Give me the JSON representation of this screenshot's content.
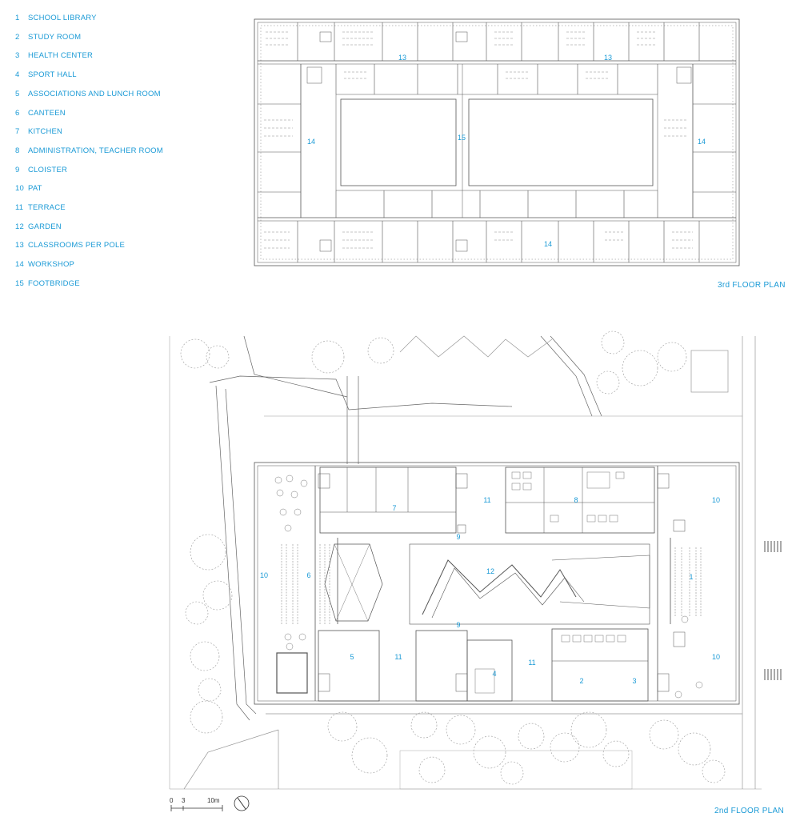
{
  "legend": [
    {
      "num": "1",
      "label": "SCHOOL LIBRARY"
    },
    {
      "num": "2",
      "label": "STUDY ROOM"
    },
    {
      "num": "3",
      "label": "HEALTH CENTER"
    },
    {
      "num": "4",
      "label": "SPORT HALL"
    },
    {
      "num": "5",
      "label": "ASSOCIATIONS AND LUNCH ROOM"
    },
    {
      "num": "6",
      "label": "CANTEEN"
    },
    {
      "num": "7",
      "label": "KITCHEN"
    },
    {
      "num": "8",
      "label": "ADMINISTRATION, TEACHER ROOM"
    },
    {
      "num": "9",
      "label": "CLOISTER"
    },
    {
      "num": "10",
      "label": "PAT"
    },
    {
      "num": "11",
      "label": "TERRACE"
    },
    {
      "num": "12",
      "label": "GARDEN"
    },
    {
      "num": "13",
      "label": "CLASSROOMS PER POLE"
    },
    {
      "num": "14",
      "label": "WORKSHOP"
    },
    {
      "num": "15",
      "label": "FOOTBRIDGE"
    }
  ],
  "captions": {
    "third_floor": "3rd FLOOR PLAN",
    "second_floor": "2nd FLOOR PLAN"
  },
  "third_floor_labels": {
    "classrooms_left": "13",
    "classrooms_right": "13",
    "workshop_left": "14",
    "footbridge": "15",
    "workshop_right": "14",
    "workshop_bottom": "14"
  },
  "second_floor_labels": {
    "kitchen": "7",
    "terrace_top": "11",
    "admin": "8",
    "pat_top_right": "10",
    "cloister_top": "9",
    "pat_left": "10",
    "canteen": "6",
    "garden": "12",
    "library": "1",
    "cloister_mid": "9",
    "associations": "5",
    "terrace_left": "11",
    "terrace_mid": "11",
    "sport_hall": "4",
    "study_room": "2",
    "health_center": "3",
    "pat_bottom_right": "10"
  },
  "scale_bar": {
    "zero": "0",
    "three": "3",
    "ten": "10m"
  },
  "colors": {
    "label": "#1a9ad6",
    "line": "#555555"
  }
}
